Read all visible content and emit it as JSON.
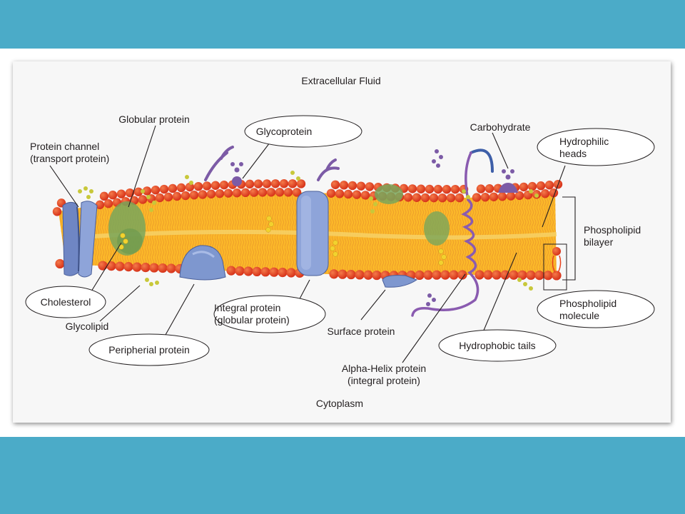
{
  "colors": {
    "band": "#4BABC8",
    "card": "#F7F7F7",
    "phospholipid_head": "#E8401C",
    "tail_layer": "#FBB829",
    "protein": "#7E97CF",
    "globular": "#79A65B",
    "carbohydrate": "#7C5BA6",
    "glycolipid_chain": "#C8C83A"
  },
  "labels": {
    "extracellular": "Extracellular Fluid",
    "cytoplasm": "Cytoplasm",
    "globular_protein": "Globular protein",
    "protein_channel_1": "Protein channel",
    "protein_channel_2": "(transport protein)",
    "glycoprotein": "Glycoprotein",
    "carbohydrate": "Carbohydrate",
    "hydrophilic_1": "Hydrophilic",
    "hydrophilic_2": "heads",
    "phospholipid_bilayer_1": "Phospholipid",
    "phospholipid_bilayer_2": "bilayer",
    "phospholipid_molecule_1": "Phospholipid",
    "phospholipid_molecule_2": "molecule",
    "cholesterol": "Cholesterol",
    "glycolipid": "Glycolipid",
    "peripheral_protein": "Peripherial protein",
    "integral_protein_1": "Integral protein",
    "integral_protein_2": "(globular protein)",
    "surface_protein": "Surface protein",
    "hydrophobic_tails": "Hydrophobic tails",
    "alpha_helix_1": "Alpha-Helix protein",
    "alpha_helix_2": "(integral protein)"
  }
}
